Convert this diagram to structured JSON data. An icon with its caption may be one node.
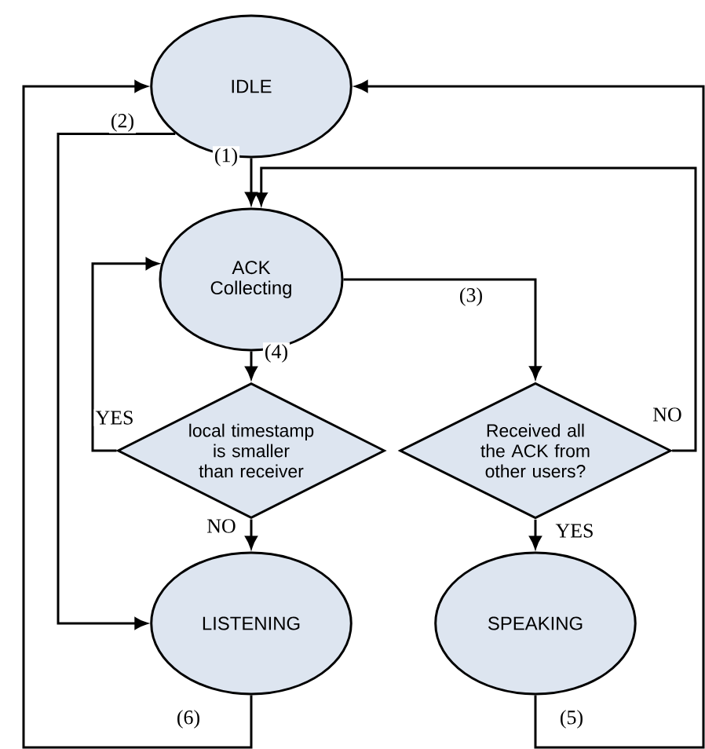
{
  "diagram": {
    "nodes": [
      {
        "text": [
          "IDLE"
        ]
      },
      {
        "text": [
          "ACK Collecting"
        ]
      },
      {
        "text": [
          "local timestamp is smaller than receiver"
        ]
      },
      {
        "text": [
          "Received all the ACK from other users?"
        ]
      },
      {
        "text": [
          "LISTENING"
        ]
      },
      {
        "text": [
          "SPEAKING"
        ]
      }
    ],
    "edges": [
      {
        "from": 0,
        "to": 1,
        "arrow": "to",
        "label": "(1)"
      },
      {
        "from": 0,
        "to": 4,
        "arrow": "to",
        "label": "(2)"
      },
      {
        "from": 1,
        "to": 3,
        "arrow": "to",
        "label": "(3)"
      },
      {
        "from": 1,
        "to": 2,
        "arrow": "to",
        "label": "(4)"
      },
      {
        "from": 2,
        "to": 1,
        "arrow": "to",
        "label": "YES"
      },
      {
        "from": 2,
        "to": 4,
        "arrow": "to",
        "label": "NO"
      },
      {
        "from": 3,
        "to": 1,
        "arrow": "to",
        "label": "NO"
      },
      {
        "from": 3,
        "to": 5,
        "arrow": "to",
        "label": "YES"
      },
      {
        "from": 5,
        "to": 0,
        "arrow": "to",
        "label": "(5)"
      },
      {
        "from": 4,
        "to": 0,
        "arrow": "to",
        "label": "(6)"
      }
    ]
  }
}
